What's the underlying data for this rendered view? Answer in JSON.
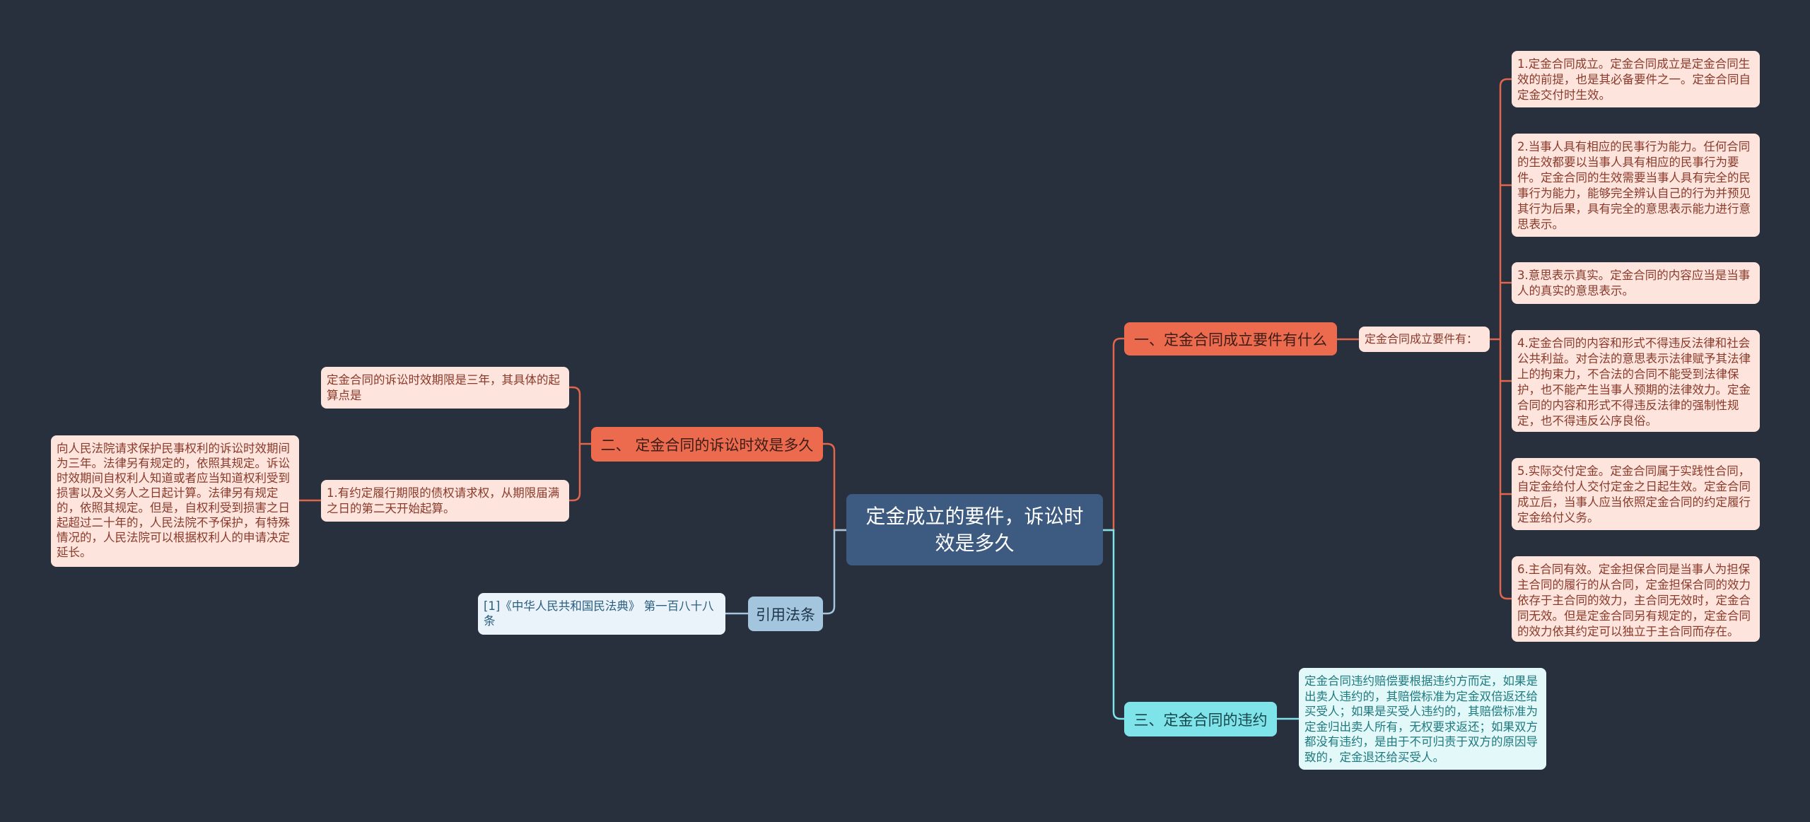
{
  "center": {
    "title": "定金成立的要件，诉讼时效是多久"
  },
  "branch1": {
    "label": "一、定金合同成立要件有什么",
    "sub": "定金合同成立要件有：",
    "items": [
      "1.定金合同成立。定金合同成立是定金合同生效的前提，也是其必备要件之一。定金合同自定金交付时生效。",
      "2.当事人具有相应的民事行为能力。任何合同的生效都要以当事人具有相应的民事行为要件。定金合同的生效需要当事人具有完全的民事行为能力，能够完全辨认自己的行为并预见其行为后果，具有完全的意思表示能力进行意思表示。",
      "3.意思表示真实。定金合同的内容应当是当事人的真实的意思表示。",
      "4.定金合同的内容和形式不得违反法律和社会公共利益。对合法的意思表示法律赋予其法律上的拘束力，不合法的合同不能受到法律保护，也不能产生当事人预期的法律效力。定金合同的内容和形式不得违反法律的强制性规定，也不得违反公序良俗。",
      "5.实际交付定金。定金合同属于实践性合同，自定金给付人交付定金之日起生效。定金合同成立后，当事人应当依照定金合同的约定履行定金给付义务。",
      "6.主合同有效。定金担保合同是当事人为担保主合同的履行的从合同，定金担保合同的效力依存于主合同的效力，主合同无效时，定金合同无效。但是定金合同另有规定的，定金合同的效力依其约定可以独立于主合同而存在。"
    ]
  },
  "branch2": {
    "label": "二、 定金合同的诉讼时效是多久",
    "items": [
      "定金合同的诉讼时效期限是三年，其具体的起算点是",
      "1.有约定履行期限的债权请求权，从期限届满之日的第二天开始起算。"
    ],
    "detail": "向人民法院请求保护民事权利的诉讼时效期间为三年。法律另有规定的，依照其规定。诉讼时效期间自权利人知道或者应当知道权利受到损害以及义务人之日起计算。法律另有规定的，依照其规定。但是，自权利受到损害之日起超过二十年的，人民法院不予保护，有特殊情况的，人民法院可以根据权利人的申请决定延长。"
  },
  "branch3": {
    "label": "三、定金合同的违约",
    "detail": "定金合同违约赔偿要根据违约方而定，如果是出卖人违约的，其赔偿标准为定金双倍返还给买受人；如果是买受人违约的，其赔偿标准为定金归出卖人所有，无权要求返还；如果双方都没有违约，是由于不可归责于双方的原因导致的，定金退还给买受人。"
  },
  "citation": {
    "label": "引用法条",
    "item": "[1]《中华人民共和国民法典》 第一百八十八条"
  },
  "colors": {
    "background": "#282f3d",
    "center": "#3d5a80",
    "orange": "#ec6a4e",
    "cyan": "#7fe3ea",
    "citation": "#a3c6de"
  }
}
